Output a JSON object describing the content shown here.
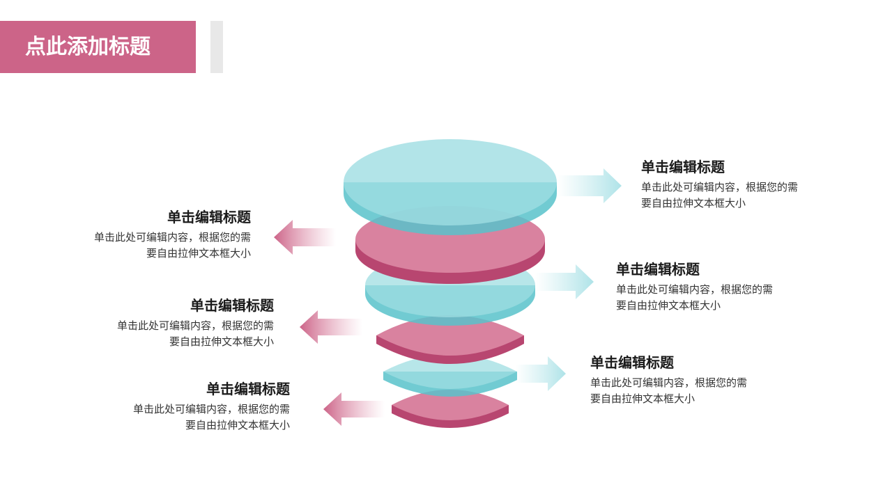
{
  "header": {
    "title": "点此添加标题"
  },
  "colors": {
    "pink": "#cc6488",
    "teal": "#8fd8de",
    "title_bar": "#cc6488"
  },
  "items": [
    {
      "title": "单击编辑标题",
      "desc_line1": "单击此处可编辑内容，根据您的需",
      "desc_line2": "要自由拉伸文本框大小"
    },
    {
      "title": "单击编辑标题",
      "desc_line1": "单击此处可编辑内容，根据您的需",
      "desc_line2": "要自由拉伸文本框大小"
    },
    {
      "title": "单击编辑标题",
      "desc_line1": "单击此处可编辑内容，根据您的需",
      "desc_line2": "要自由拉伸文本框大小"
    },
    {
      "title": "单击编辑标题",
      "desc_line1": "单击此处可编辑内容，根据您的需",
      "desc_line2": "要自由拉伸文本框大小"
    },
    {
      "title": "单击编辑标题",
      "desc_line1": "单击此处可编辑内容，根据您的需",
      "desc_line2": "要自由拉伸文本框大小"
    },
    {
      "title": "单击编辑标题",
      "desc_line1": "单击此处可编辑内容，根据您的需",
      "desc_line2": "要自由拉伸文本框大小"
    }
  ]
}
